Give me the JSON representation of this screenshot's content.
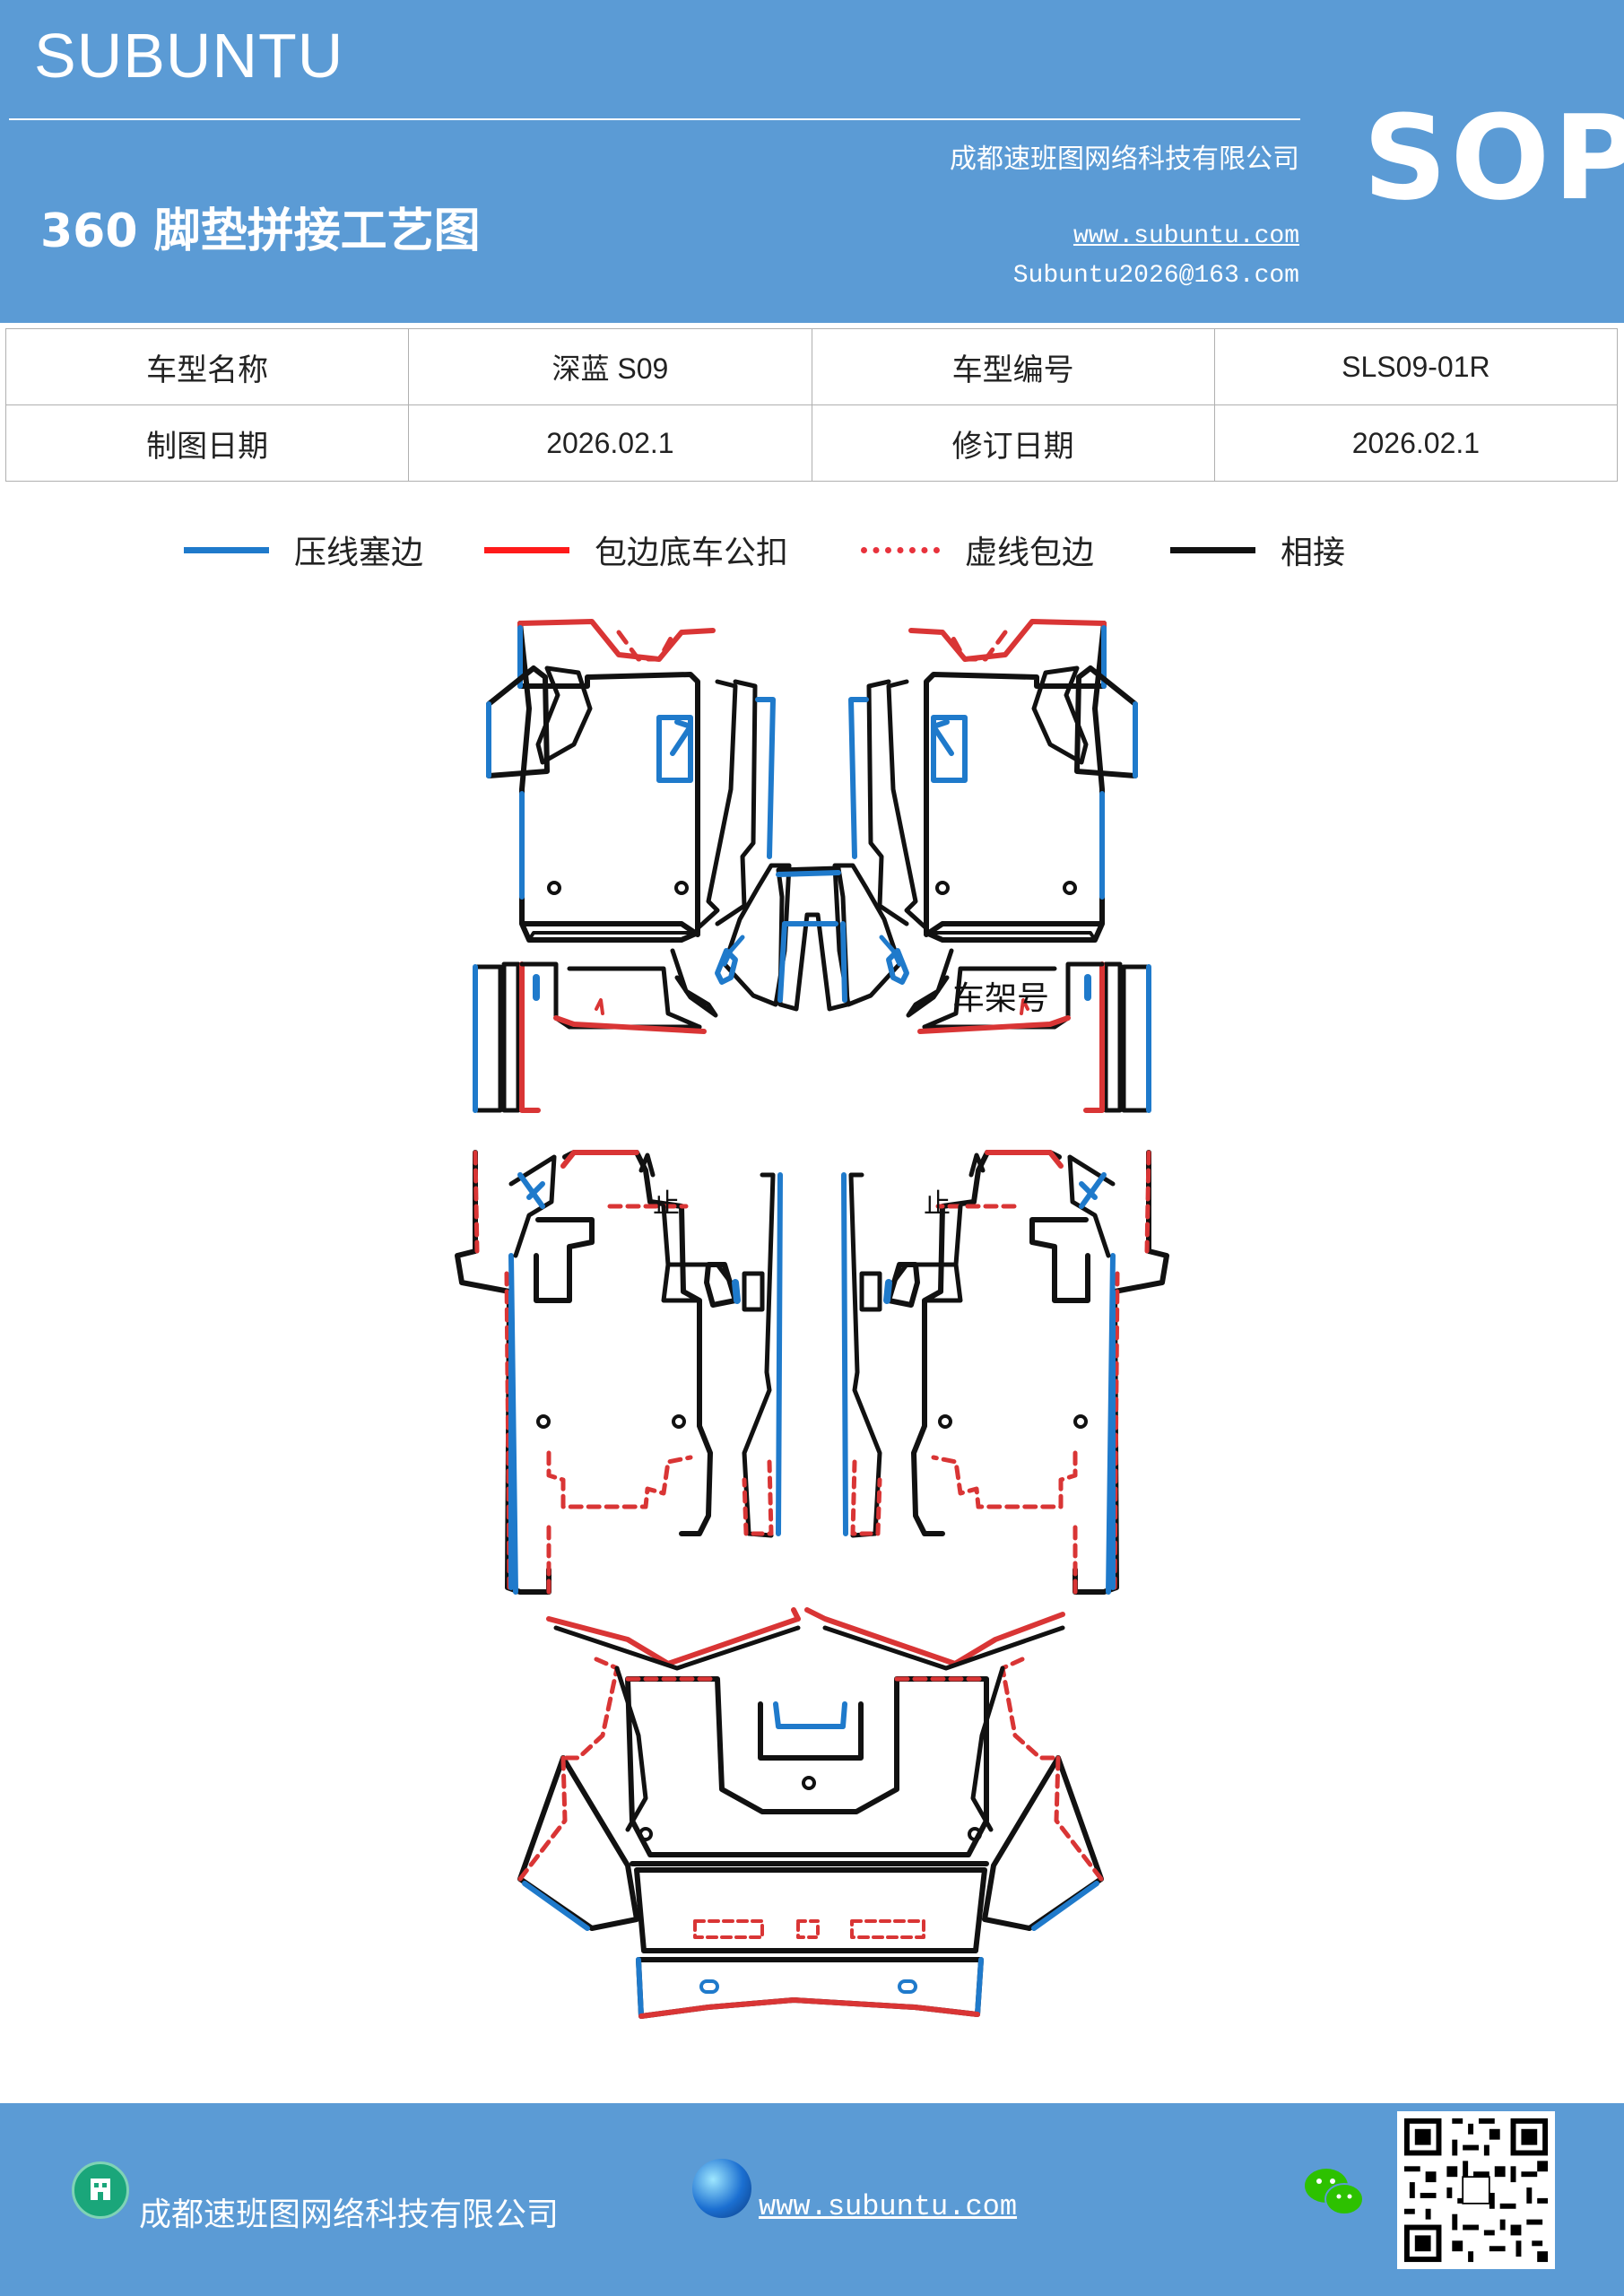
{
  "header": {
    "brand": "SUBUNTU",
    "company": "成都速班图网络科技有限公司",
    "title": "360 脚垫拼接工艺图",
    "website": "www.subuntu.com",
    "email": "Subuntu2026@163.com",
    "badge": "SOP"
  },
  "info": {
    "rows": [
      {
        "label1": "车型名称",
        "value1": "深蓝 S09",
        "label2": "车型编号",
        "value2": "SLS09-01R"
      },
      {
        "label1": "制图日期",
        "value1": "2026.02.1",
        "label2": "修订日期",
        "value2": "2026.02.1"
      }
    ]
  },
  "legend": [
    {
      "label": "压线塞边",
      "color": "#1f7acb",
      "style": "solid"
    },
    {
      "label": "包边底车公扣",
      "color": "#ff1a1a",
      "style": "solid"
    },
    {
      "label": "虚线包边",
      "color": "#e8323c",
      "style": "dashed"
    },
    {
      "label": "相接",
      "color": "#111111",
      "style": "solid"
    }
  ],
  "diagram": {
    "frame_label": "车架号",
    "stop_label": "止"
  },
  "footer": {
    "company": "成都速班图网络科技有限公司",
    "website": "www.subuntu.com",
    "company_icon": "building-icon",
    "site_icon": "globe-icon",
    "wechat_icon": "wechat-icon"
  }
}
